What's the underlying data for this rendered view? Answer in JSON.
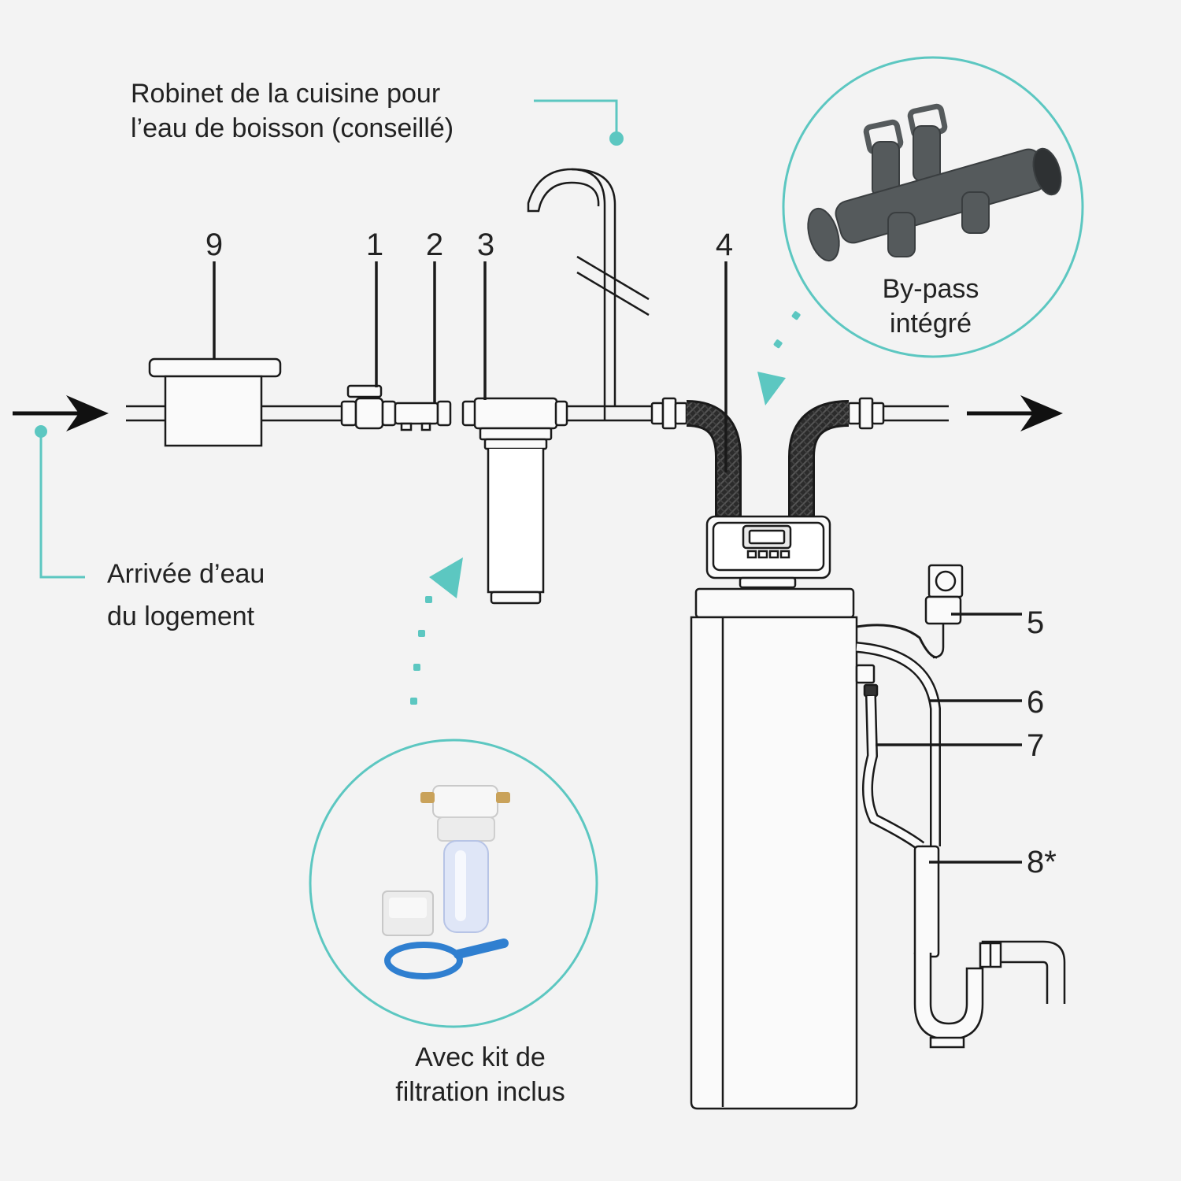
{
  "labels": {
    "faucet_line1": "Robinet de la cuisine pour",
    "faucet_line2": "l’eau de boisson (conseillé)",
    "inlet_line1": "Arrivée d’eau",
    "inlet_line2": "du logement",
    "bypass_line1": "By-pass",
    "bypass_line2": "intégré",
    "kit_line1": "Avec kit de",
    "kit_line2": "filtration inclus"
  },
  "callouts": [
    "9",
    "1",
    "2",
    "3",
    "4",
    "5",
    "6",
    "7",
    "8*"
  ],
  "colors": {
    "accent": "#5cc7c1",
    "line": "#1a1a1a",
    "hose": "#2b2b2b",
    "bypass_part": "#555a5c",
    "filter_blue": "#2f7fd0",
    "background": "#f3f3f3"
  }
}
